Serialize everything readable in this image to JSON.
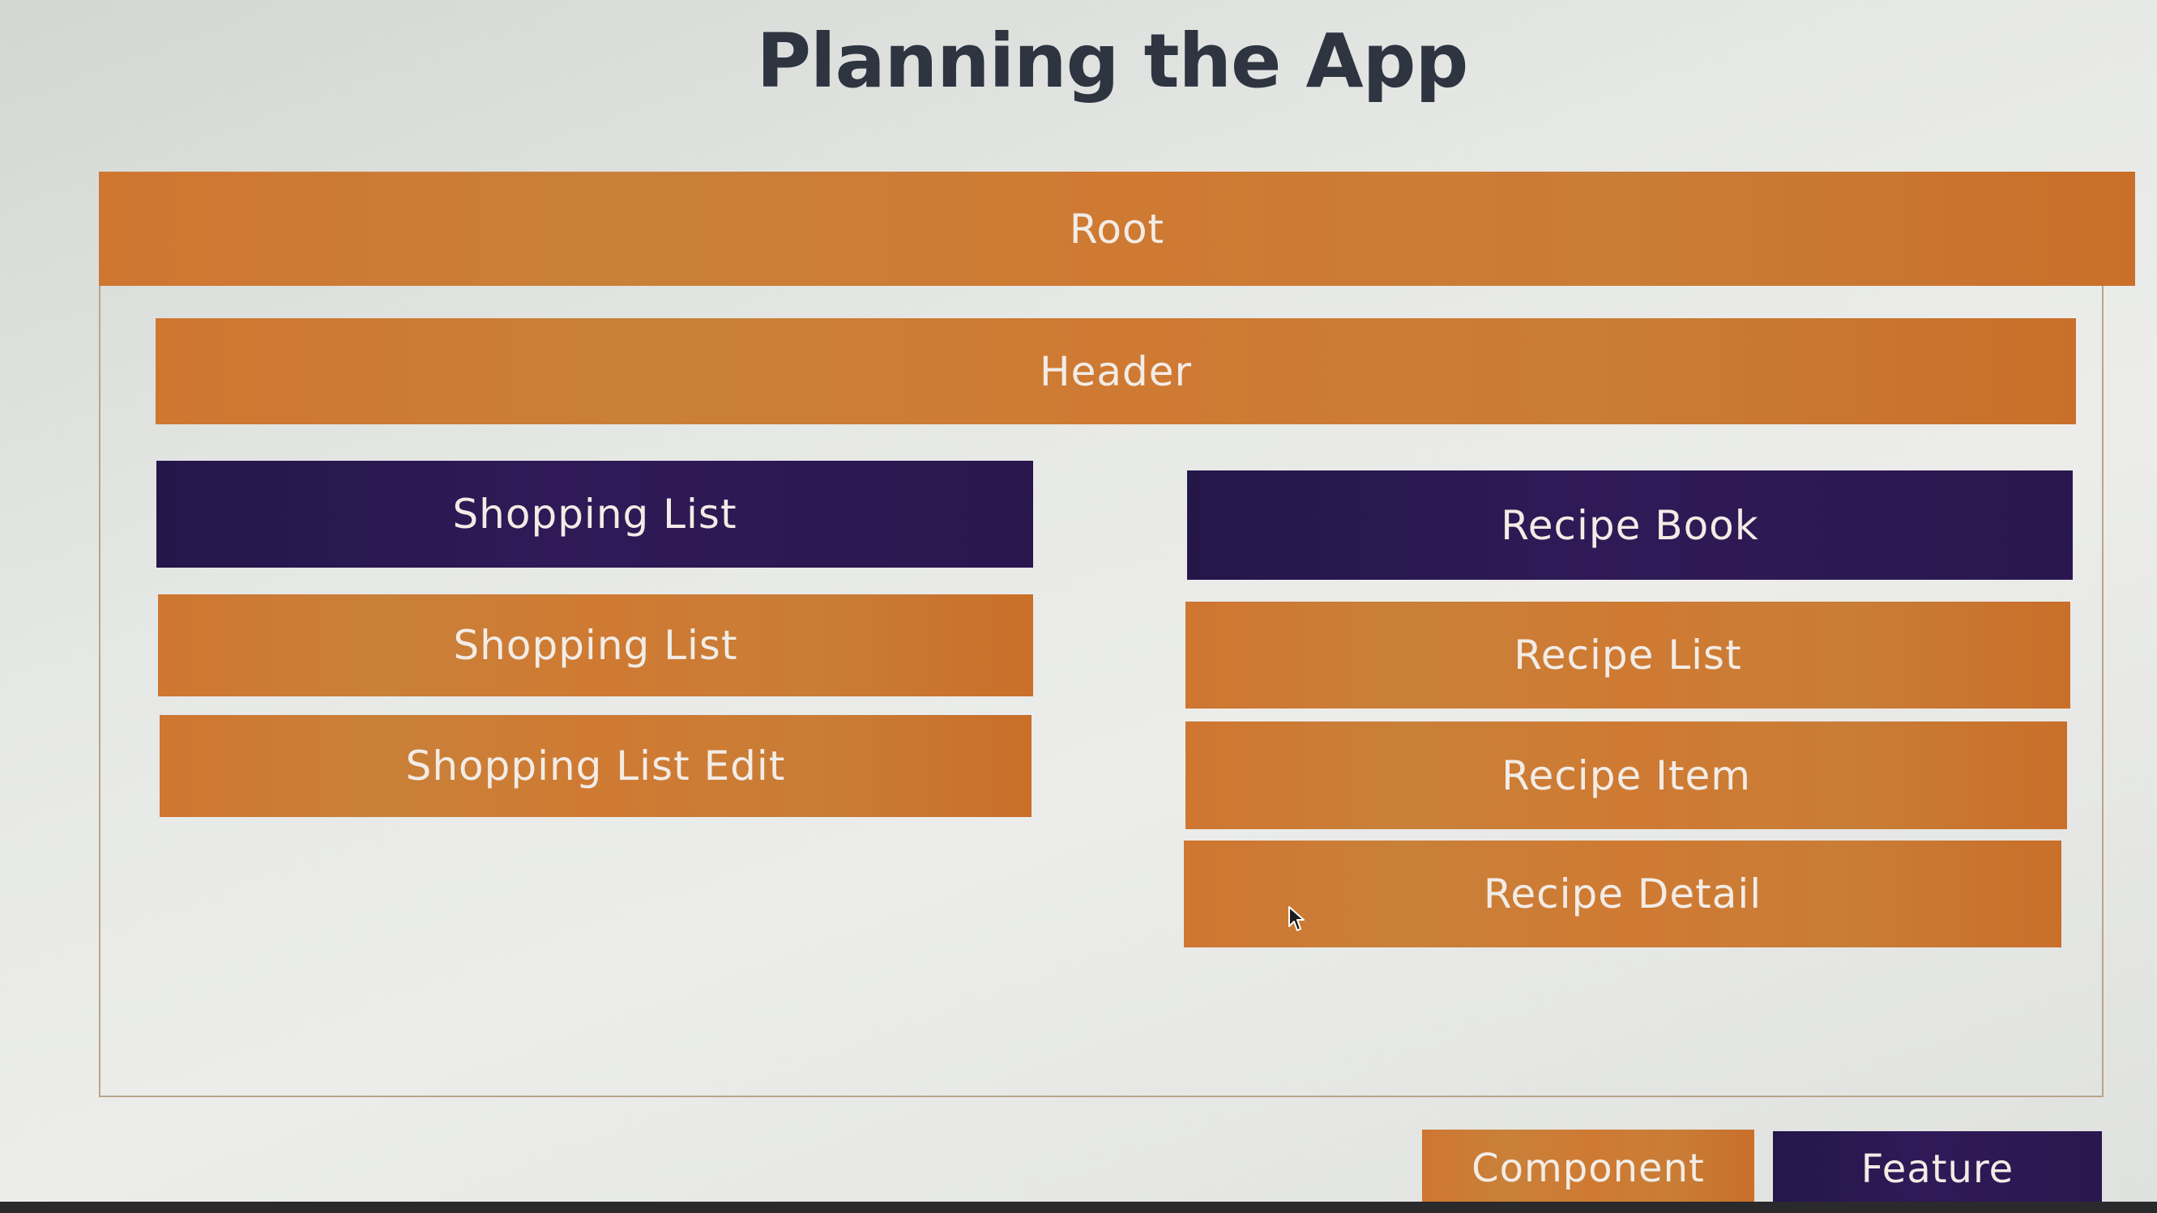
{
  "title": "Planning the App",
  "diagram": {
    "root": "Root",
    "header": "Header",
    "left_column": {
      "feature": "Shopping List",
      "components": [
        "Shopping List",
        "Shopping List Edit"
      ]
    },
    "right_column": {
      "feature": "Recipe Book",
      "components": [
        "Recipe List",
        "Recipe Item",
        "Recipe Detail"
      ]
    }
  },
  "legend": {
    "component": "Component",
    "feature": "Feature"
  },
  "colors": {
    "component": "#cd7832",
    "feature": "#2b184f",
    "title": "#2e3440"
  }
}
